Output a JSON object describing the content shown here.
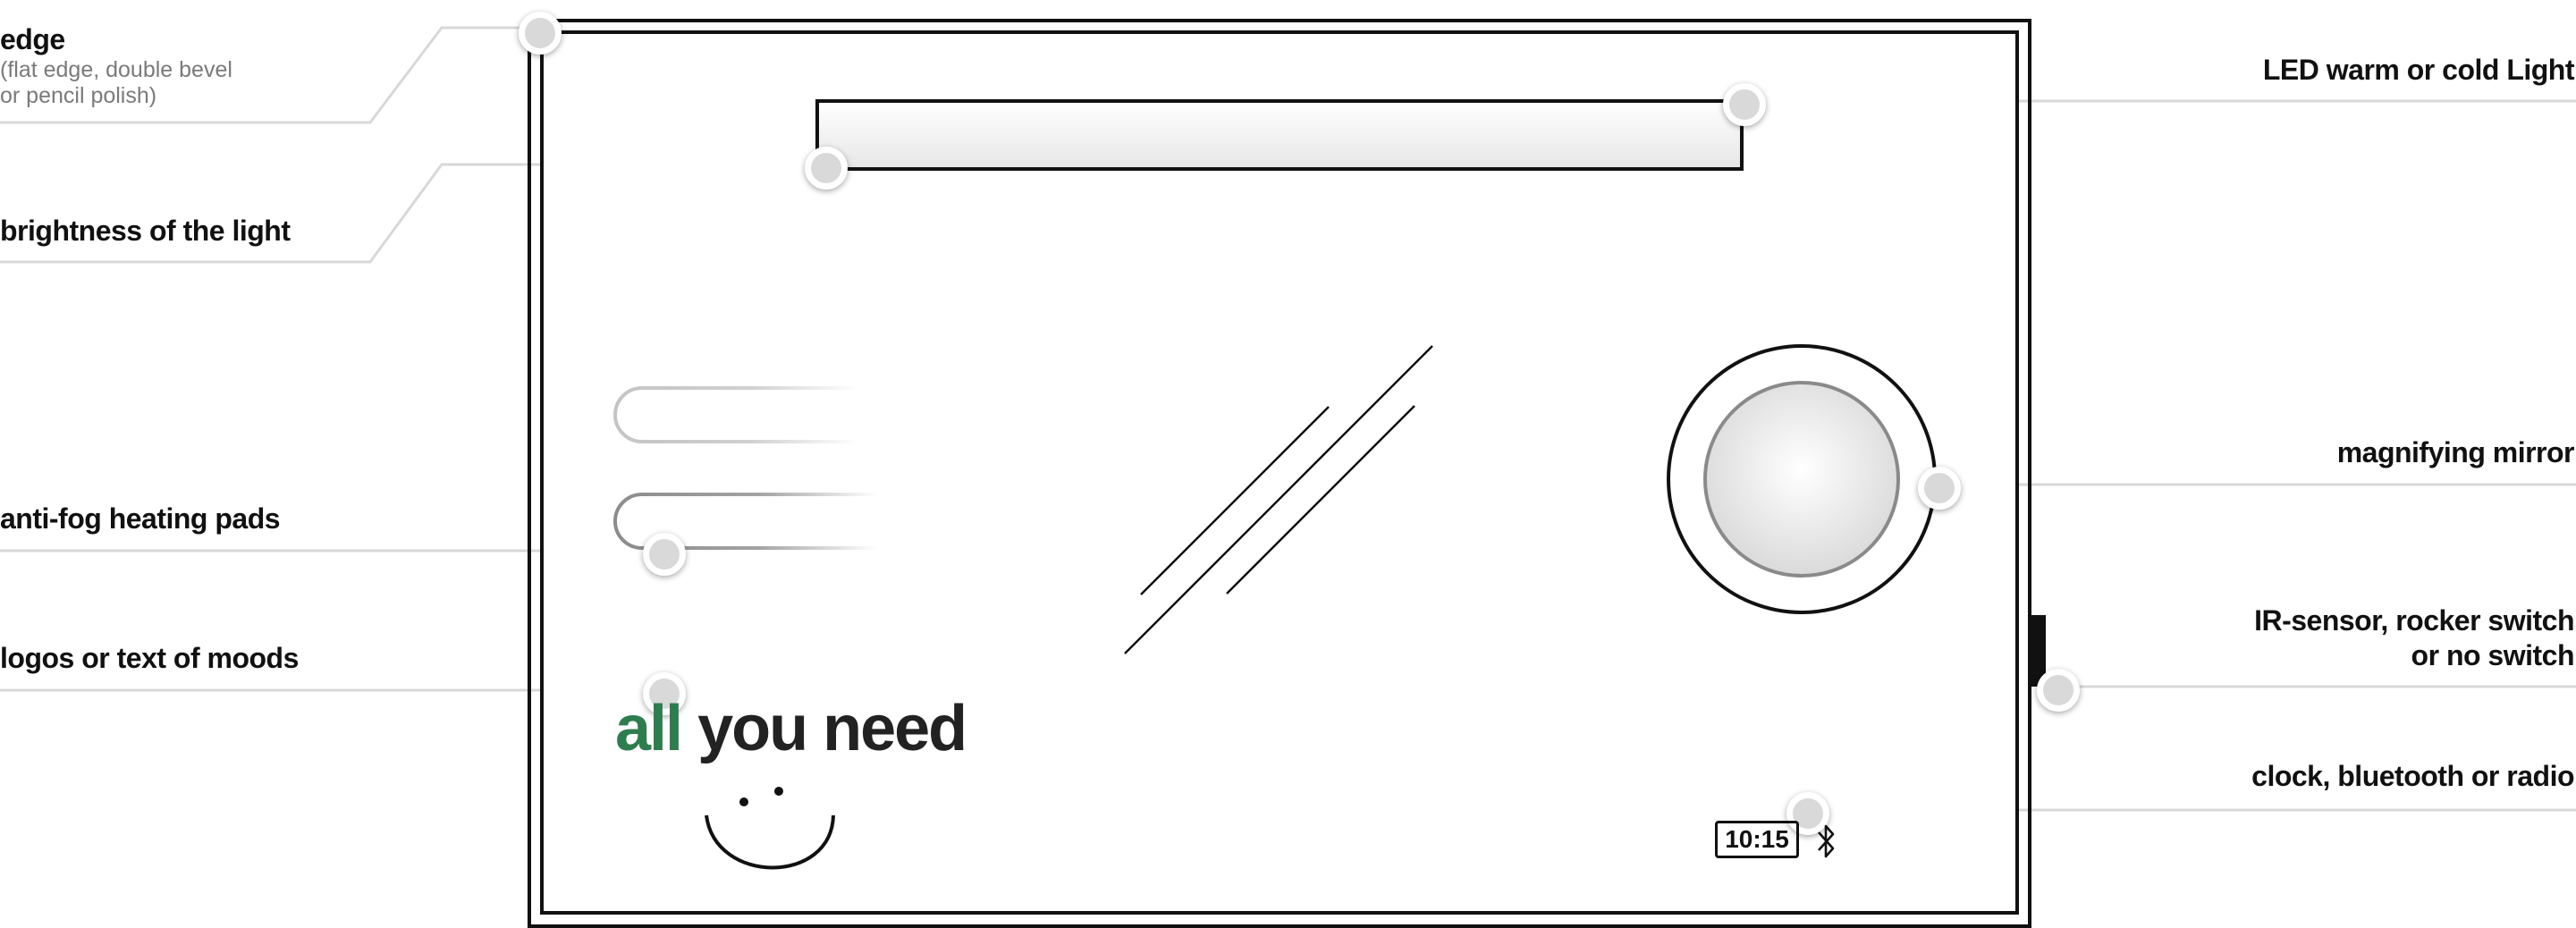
{
  "labels": {
    "edge": {
      "title": "edge",
      "subtitle_line1": "(flat edge, double bevel",
      "subtitle_line2": "or pencil polish)"
    },
    "brightness": "brightness of the light",
    "antifog": "anti-fog heating pads",
    "logos": "logos or text of moods",
    "led": "LED warm or cold Light",
    "magnifying": "magnifying mirror",
    "sensor_line1": "IR-sensor, rocker switch",
    "sensor_line2": "or no switch",
    "clock_label": "clock, bluetooth or radio"
  },
  "mirror": {
    "brand_accent": "all",
    "brand_rest": "you need",
    "clock_time": "10:15",
    "bluetooth_icon": "bluetooth-icon"
  },
  "colors": {
    "brand_accent": "#2e7d4f",
    "brand_text": "#222222",
    "outline": "#111111",
    "leader_line": "#d8d8d8",
    "marker": "#d9d9d9"
  }
}
